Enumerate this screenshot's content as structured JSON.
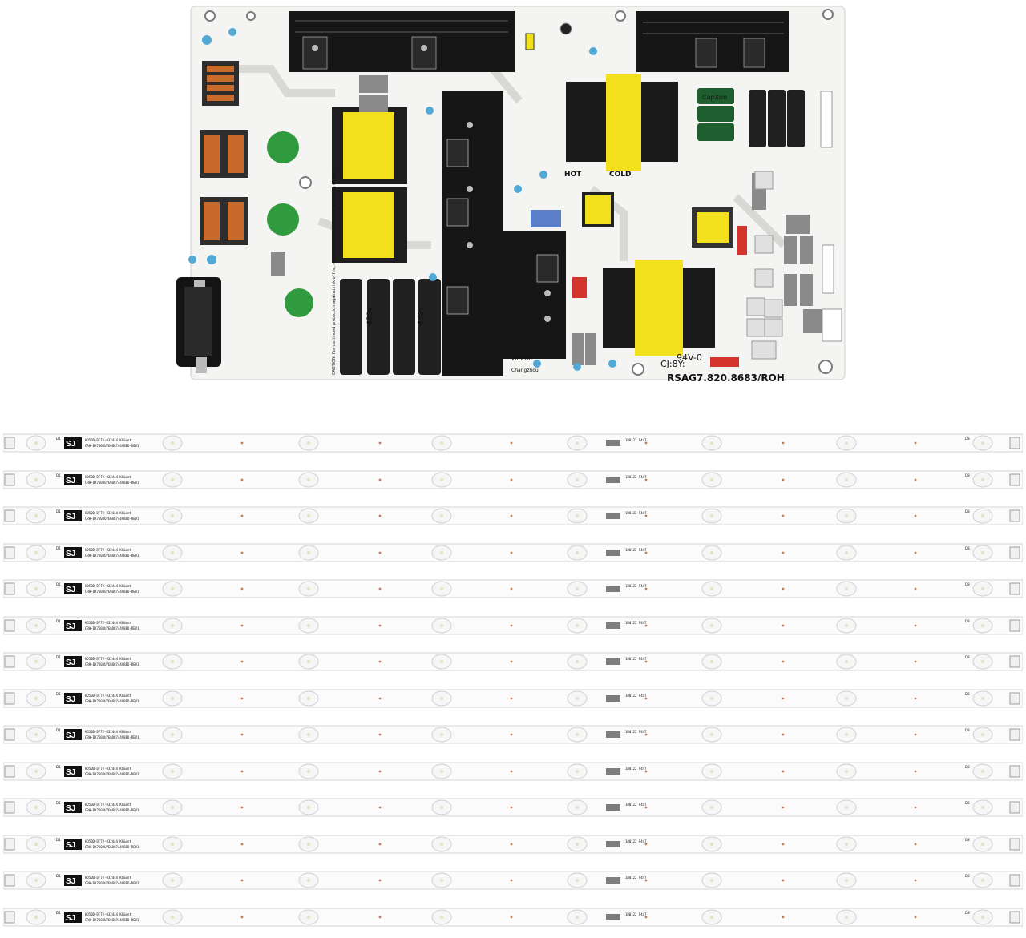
{
  "board": {
    "hot_label": "HOT",
    "cold_label": "COLD",
    "model_label": "RSAG7.820.8683/ROH",
    "rating_label": "94V-0",
    "mark_cj": "CJ:8Y:",
    "maker": "Wincon",
    "city": "Changzhou",
    "cap_brand": "CapXon",
    "cap_value": "450v",
    "warning_text": "CAUTION: For continued protection against risk of fire, replace only with same type and rating of fuse"
  },
  "strips": {
    "count": 14,
    "start_label": "D1",
    "end_label": "D8",
    "part_line_1": "HD50D-DF72-032444 KO&ont",
    "part_line_2": "CRH-BX7503U7EGO87449BBD-REV1",
    "batch_text": "180122 F447"
  },
  "colors": {
    "pcb": "#f4f4f2",
    "heatsink": "#161616",
    "transformer_yellow": "#f2e01c",
    "choke_copper": "#c86a2a",
    "varistor_green": "#2f9a3e",
    "cap_black": "#202020",
    "strip_white": "#fbfbfb"
  },
  "icons": [
    "power-inlet-icon",
    "sj-logo-icon"
  ]
}
